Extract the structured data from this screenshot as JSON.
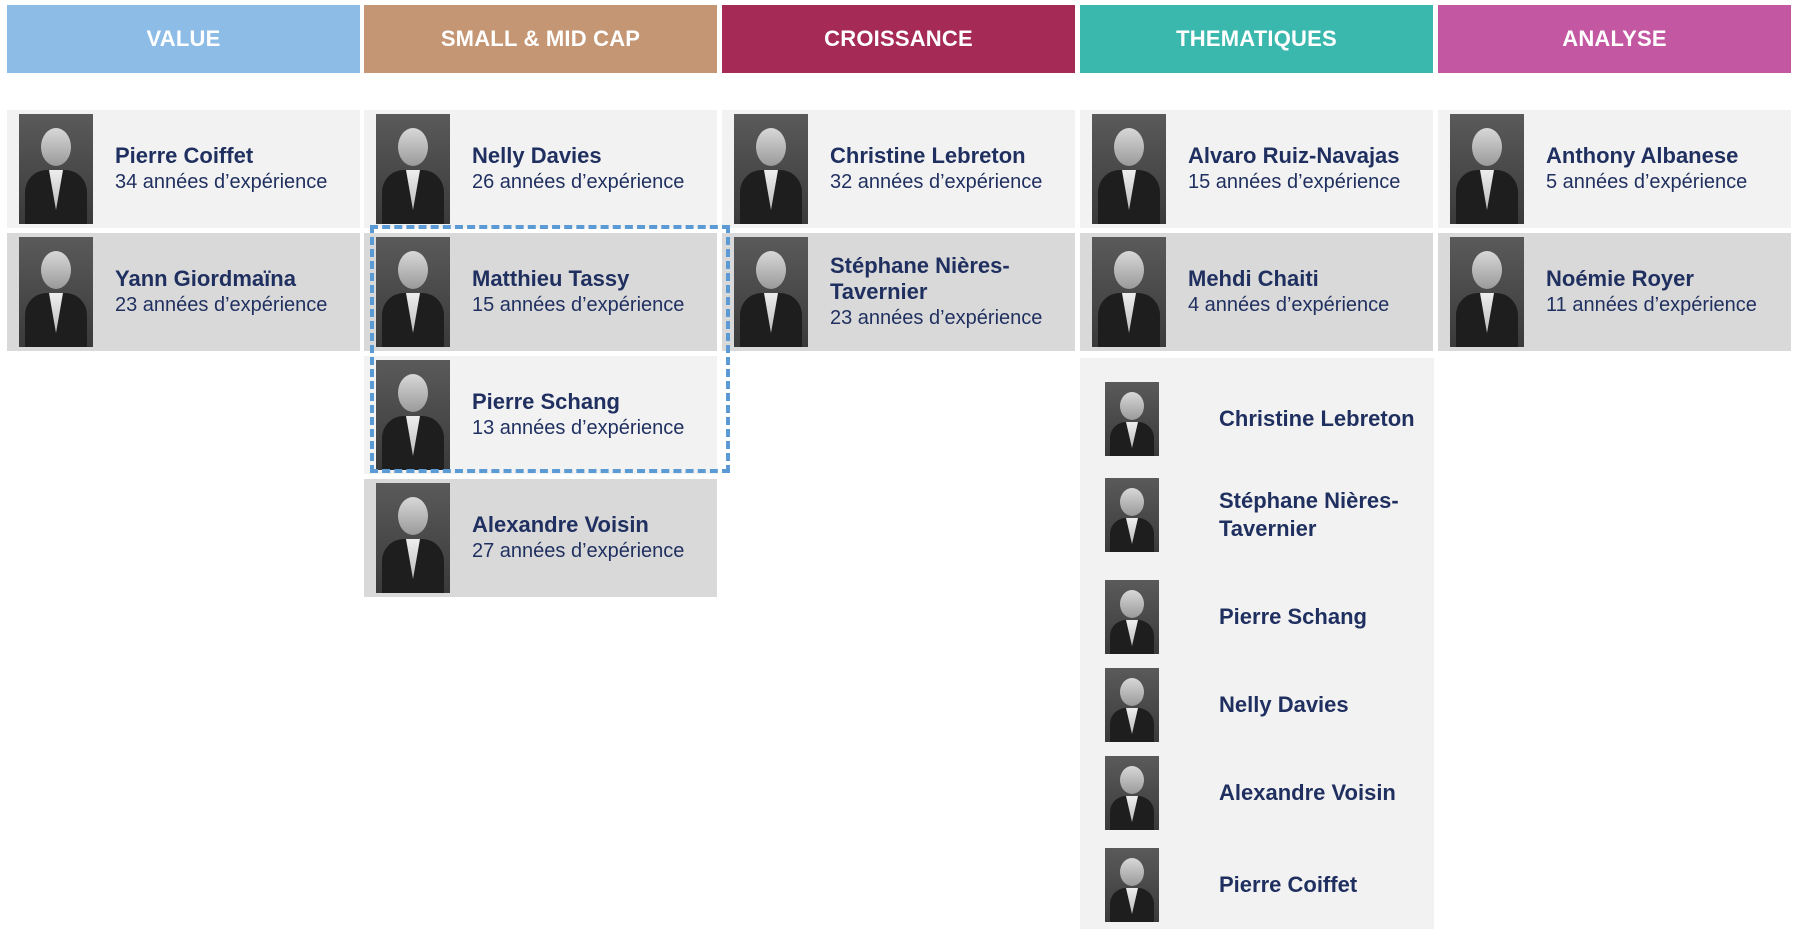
{
  "columns": [
    {
      "title": "VALUE",
      "color": "#8dbde6",
      "people": [
        {
          "name": "Pierre Coiffet",
          "experience": "34 années d’expérience"
        },
        {
          "name": "Yann Giordmaïna",
          "experience": "23 années d’expérience"
        }
      ]
    },
    {
      "title": "SMALL & MID CAP",
      "color": "#c49673",
      "people": [
        {
          "name": "Nelly  Davies",
          "experience": "26 années d’expérience"
        },
        {
          "name": "Matthieu Tassy",
          "experience": "15 années d’expérience"
        },
        {
          "name": "Pierre Schang",
          "experience": "13 années d’expérience"
        },
        {
          "name": "Alexandre Voisin",
          "experience": "27 années d’expérience"
        }
      ]
    },
    {
      "title": "CROISSANCE",
      "color": "#a52a55",
      "people": [
        {
          "name": "Christine Lebreton",
          "experience": "32 années d’expérience"
        },
        {
          "name": "Stéphane Nières-Tavernier",
          "name_line1": "Stéphane Nières-",
          "name_line2": "Tavernier",
          "experience": "23 années d’expérience"
        }
      ]
    },
    {
      "title": "THEMATIQUES",
      "color": "#3bb8ad",
      "people": [
        {
          "name": "Alvaro Ruiz-Navajas",
          "experience": "15 années d’expérience"
        },
        {
          "name": "Mehdi Chaiti",
          "experience": "4 années d’expérience"
        }
      ],
      "contributors": [
        {
          "name": "Christine Lebreton"
        },
        {
          "name_line1": "Stéphane Nières-",
          "name_line2": "Tavernier"
        },
        {
          "name": "Pierre Schang"
        },
        {
          "name": "Nelly  Davies"
        },
        {
          "name": "Alexandre Voisin"
        },
        {
          "name": "Pierre Coiffet"
        }
      ]
    },
    {
      "title": "ANALYSE",
      "color": "#c457a2",
      "people": [
        {
          "name": "Anthony Albanese",
          "experience": "5 années d’expérience"
        },
        {
          "name": "Noémie Royer",
          "experience": "11 années d’expérience"
        }
      ]
    }
  ],
  "highlight_color": "#5b9bd5"
}
